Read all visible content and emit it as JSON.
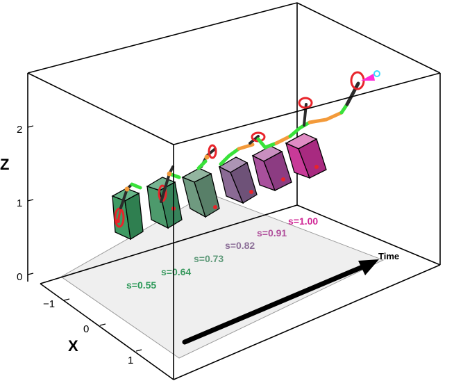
{
  "axes": {
    "z_title": "Z",
    "x_title": "X",
    "z_ticks": [
      "0",
      "1",
      "2"
    ],
    "x_ticks": [
      "−1",
      "0",
      "1"
    ]
  },
  "floor": {
    "time_label": "Time"
  },
  "snapshots": [
    {
      "label": "s=0.55",
      "color": "#2e9a5a",
      "fill": "#3f9a63"
    },
    {
      "label": "s=0.64",
      "color": "#3b9a60",
      "fill": "#4d9a6c"
    },
    {
      "label": "s=0.73",
      "color": "#5f9a7a",
      "fill": "#6f9a80"
    },
    {
      "label": "s=0.82",
      "color": "#8c6f98",
      "fill": "#8a6a94"
    },
    {
      "label": "s=0.91",
      "color": "#b0509c",
      "fill": "#a8509c"
    },
    {
      "label": "s=1.00",
      "color": "#d02896",
      "fill": "#c83a98"
    }
  ],
  "colors": {
    "box_edge": "#000000",
    "floor": "#efefef",
    "link_green": "#39e23a",
    "link_orange": "#f39a3a",
    "link_dark": "#2b2b2b",
    "joint_red": "#e8242b",
    "arrow": "#000000",
    "marker_magenta": "#ff2ad8",
    "marker_cyan": "#3ad8ff"
  }
}
